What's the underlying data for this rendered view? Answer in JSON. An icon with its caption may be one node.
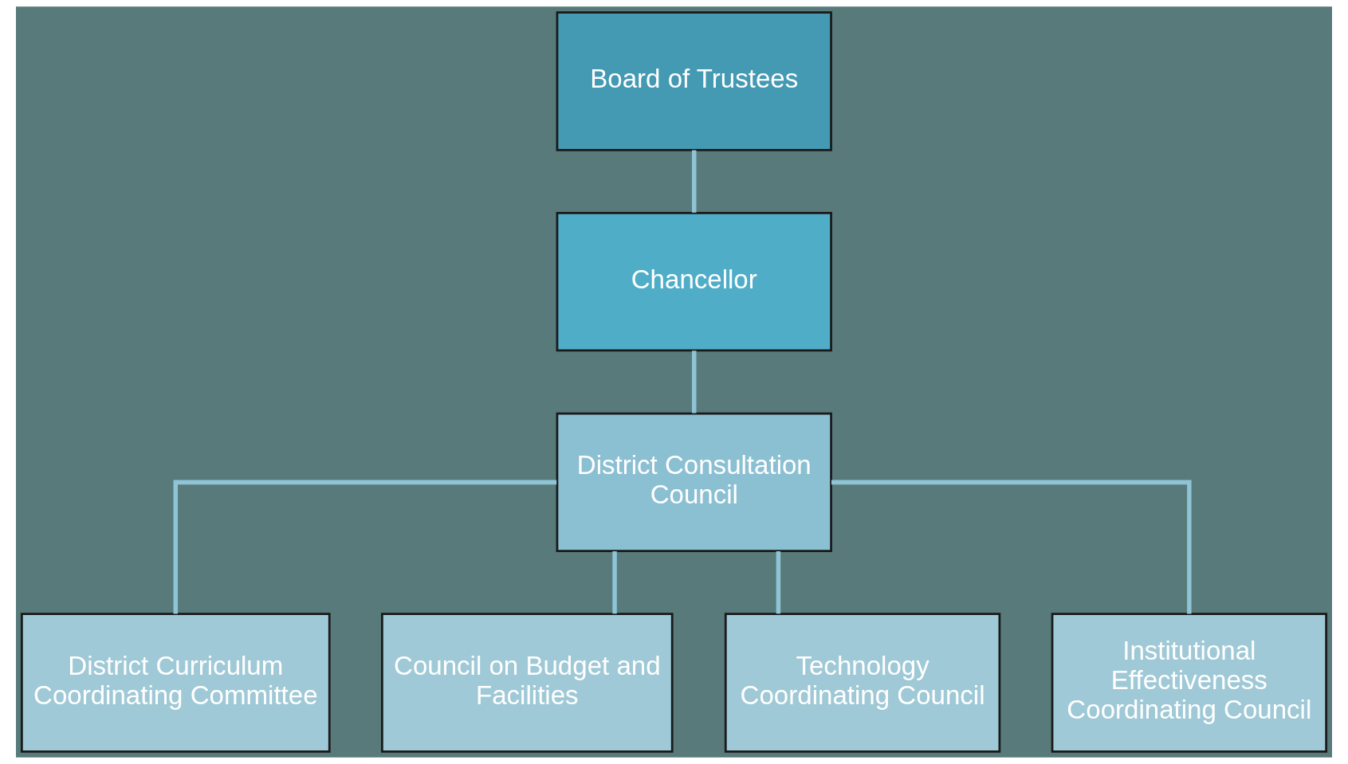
{
  "diagram": {
    "nodes": [
      {
        "text": [
          "Board of Trustees"
        ]
      },
      {
        "text": [
          "Chancellor"
        ]
      },
      {
        "text": [
          "District Consultation Council"
        ]
      },
      {
        "text": [
          "District Curriculum Coordinating Committee"
        ]
      },
      {
        "text": [
          "Council on Budget and Facilities"
        ]
      },
      {
        "text": [
          "Technology Coordinating Council"
        ]
      },
      {
        "text": [
          "Institutional Effectiveness Coordinating Council"
        ]
      }
    ],
    "edges": [
      {
        "from": 0,
        "to": 1,
        "arrow": "none"
      },
      {
        "from": 1,
        "to": 2,
        "arrow": "none"
      },
      {
        "from": 2,
        "to": 3,
        "arrow": "none"
      },
      {
        "from": 2,
        "to": 4,
        "arrow": "none"
      },
      {
        "from": 2,
        "to": 5,
        "arrow": "none"
      },
      {
        "from": 2,
        "to": 6,
        "arrow": "none"
      }
    ]
  }
}
